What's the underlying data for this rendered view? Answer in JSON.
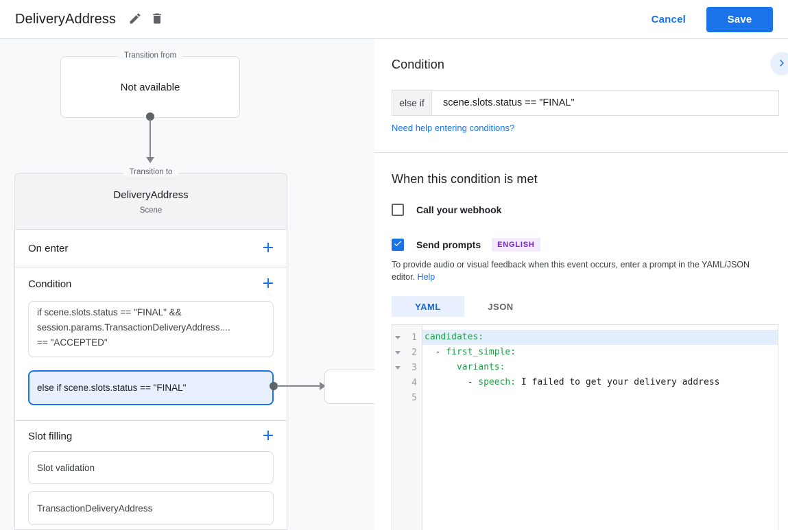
{
  "header": {
    "title": "DeliveryAddress",
    "cancel_label": "Cancel",
    "save_label": "Save"
  },
  "diagram": {
    "transition_from": {
      "legend": "Transition from",
      "content": "Not available"
    },
    "transition_to": {
      "legend": "Transition to",
      "title": "DeliveryAddress",
      "subtitle": "Scene",
      "on_enter_label": "On enter",
      "condition_label": "Condition",
      "condition_box_lines": [
        "if scene.slots.status == \"FINAL\" &&",
        "session.params.TransactionDeliveryAddress....",
        "== \"ACCEPTED\""
      ],
      "selected_condition": "else if scene.slots.status == \"FINAL\"",
      "slot_filling_label": "Slot filling",
      "slots": [
        "Slot validation",
        "TransactionDeliveryAddress"
      ]
    }
  },
  "panel": {
    "condition_heading": "Condition",
    "condition_prefix": "else if",
    "condition_value": "scene.slots.status == \"FINAL\"",
    "help_link": "Need help entering conditions?",
    "when_heading": "When this condition is met",
    "webhook_label": "Call your webhook",
    "prompts_label": "Send prompts",
    "language_badge": "ENGLISH",
    "description": "To provide audio or visual feedback when this event occurs, enter a prompt in the YAML/JSON editor.",
    "description_help": "Help",
    "tab_yaml": "YAML",
    "tab_json": "JSON"
  },
  "editor": {
    "line_numbers": [
      "1",
      "2",
      "3",
      "4",
      "5"
    ],
    "lines": [
      {
        "s": [
          {
            "t": "candidates:"
          }
        ]
      },
      {
        "s": [
          {
            "t": "  - "
          },
          {
            "t": "first_simple:"
          }
        ]
      },
      {
        "s": [
          {
            "t": "      "
          },
          {
            "t": "variants:"
          }
        ]
      },
      {
        "s": [
          {
            "t": "        - "
          },
          {
            "t": "speech:"
          },
          {
            "t": " I failed to get your delivery address"
          }
        ]
      },
      {
        "s": []
      }
    ]
  },
  "colors": {
    "accent_blue": "#1a73e8",
    "selected_condition_bg": "#e8f0fe",
    "selected_condition_border": "#1a73e8",
    "yaml_key_green": "#1e9e45",
    "badge_bg": "#f3e8fd",
    "badge_text": "#7627ba",
    "panel_bg": "#f8f9fa",
    "card_header_bg": "#f1f3f4"
  }
}
